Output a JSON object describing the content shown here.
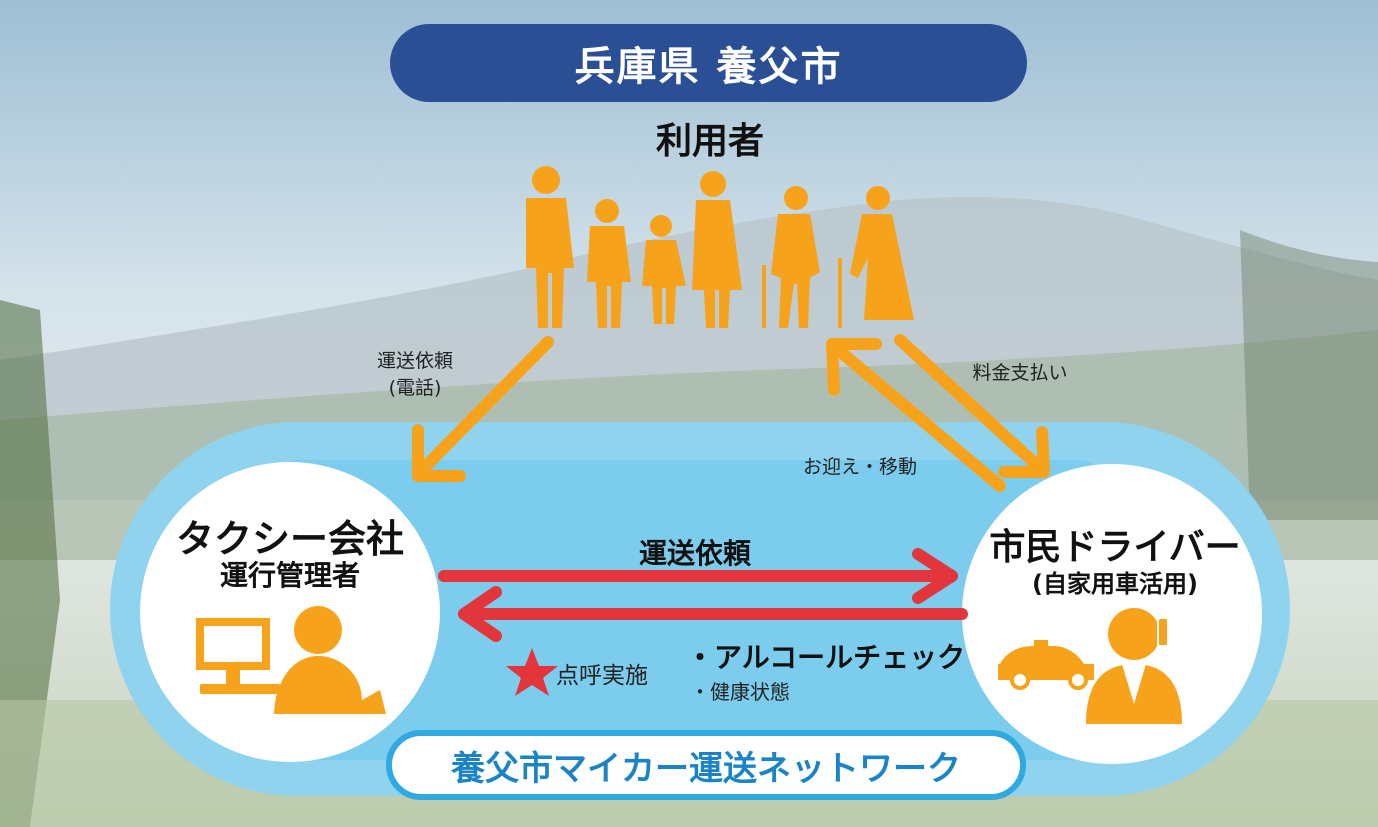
{
  "title": "兵庫県 養父市",
  "users_label": "利用者",
  "left_node": {
    "title": "タクシー会社",
    "subtitle": "運行管理者"
  },
  "right_node": {
    "title": "市民ドライバー",
    "subtitle": "(自家用車活用)"
  },
  "arrows": {
    "request_phone_line1": "運送依頼",
    "request_phone_line2": "(電話)",
    "payment": "料金支払い",
    "pickup": "お迎え・移動",
    "transport_request": "運送依頼"
  },
  "rollcall": {
    "label": "点呼実施",
    "item1": "・アルコールチェック",
    "item2": "・健康状態"
  },
  "network_name": "養父市マイカー運送ネットワーク",
  "colors": {
    "title_bg": "#2b4f94",
    "orange": "#f7a21b",
    "red_arrow": "#e3353c",
    "network_blue": "#30a8e0"
  }
}
